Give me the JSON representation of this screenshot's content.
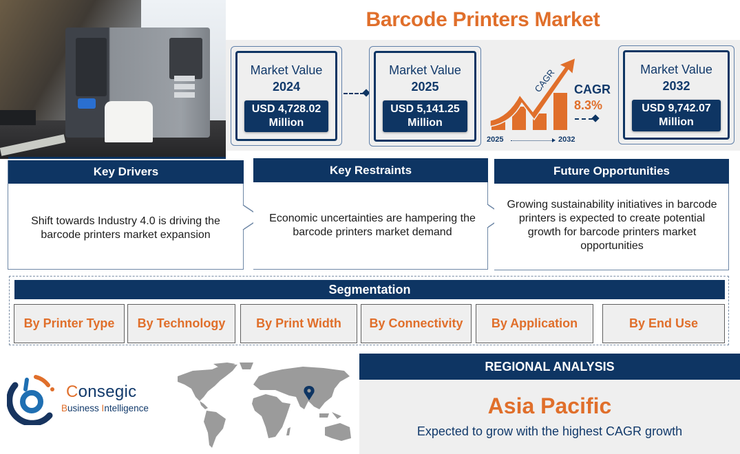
{
  "header": {
    "title": "Barcode Printers Market"
  },
  "market_values": [
    {
      "label": "Market Value",
      "year": "2024",
      "value": "USD 4,728.02",
      "unit": "Million"
    },
    {
      "label": "Market Value",
      "year": "2025",
      "value": "USD 5,141.25",
      "unit": "Million"
    },
    {
      "label": "Market Value",
      "year": "2032",
      "value": "USD 9,742.07",
      "unit": "Million"
    }
  ],
  "cagr": {
    "graphic_label": "CAGR",
    "title": "CAGR",
    "value": "8.3%",
    "start_year": "2025",
    "end_year": "2032"
  },
  "key_sections": [
    {
      "heading": "Key Drivers",
      "text": "Shift towards Industry 4.0 is driving the barcode printers market expansion"
    },
    {
      "heading": "Key Restraints",
      "text": "Economic uncertainties are hampering the barcode printers market demand"
    },
    {
      "heading": "Future Opportunities",
      "text": "Growing sustainability initiatives in barcode printers is expected to create potential growth for barcode printers market opportunities"
    }
  ],
  "segmentation": {
    "heading": "Segmentation",
    "items": [
      "By Printer Type",
      "By Technology",
      "By Print Width",
      "By Connectivity",
      "By Application",
      "By End Use"
    ]
  },
  "logo": {
    "name_first": "C",
    "name_rest": "onsegic",
    "sub_b": "B",
    "sub_usiness": "usiness ",
    "sub_i": "I",
    "sub_ntelligence": "ntelligence"
  },
  "regional": {
    "heading": "REGIONAL ANALYSIS",
    "region": "Asia Pacific",
    "description": "Expected to grow with the highest CAGR growth"
  },
  "colors": {
    "navy": "#0e3563",
    "orange": "#e06f2b",
    "panel_gray": "#efefef",
    "map_gray": "#9b9b9b"
  }
}
